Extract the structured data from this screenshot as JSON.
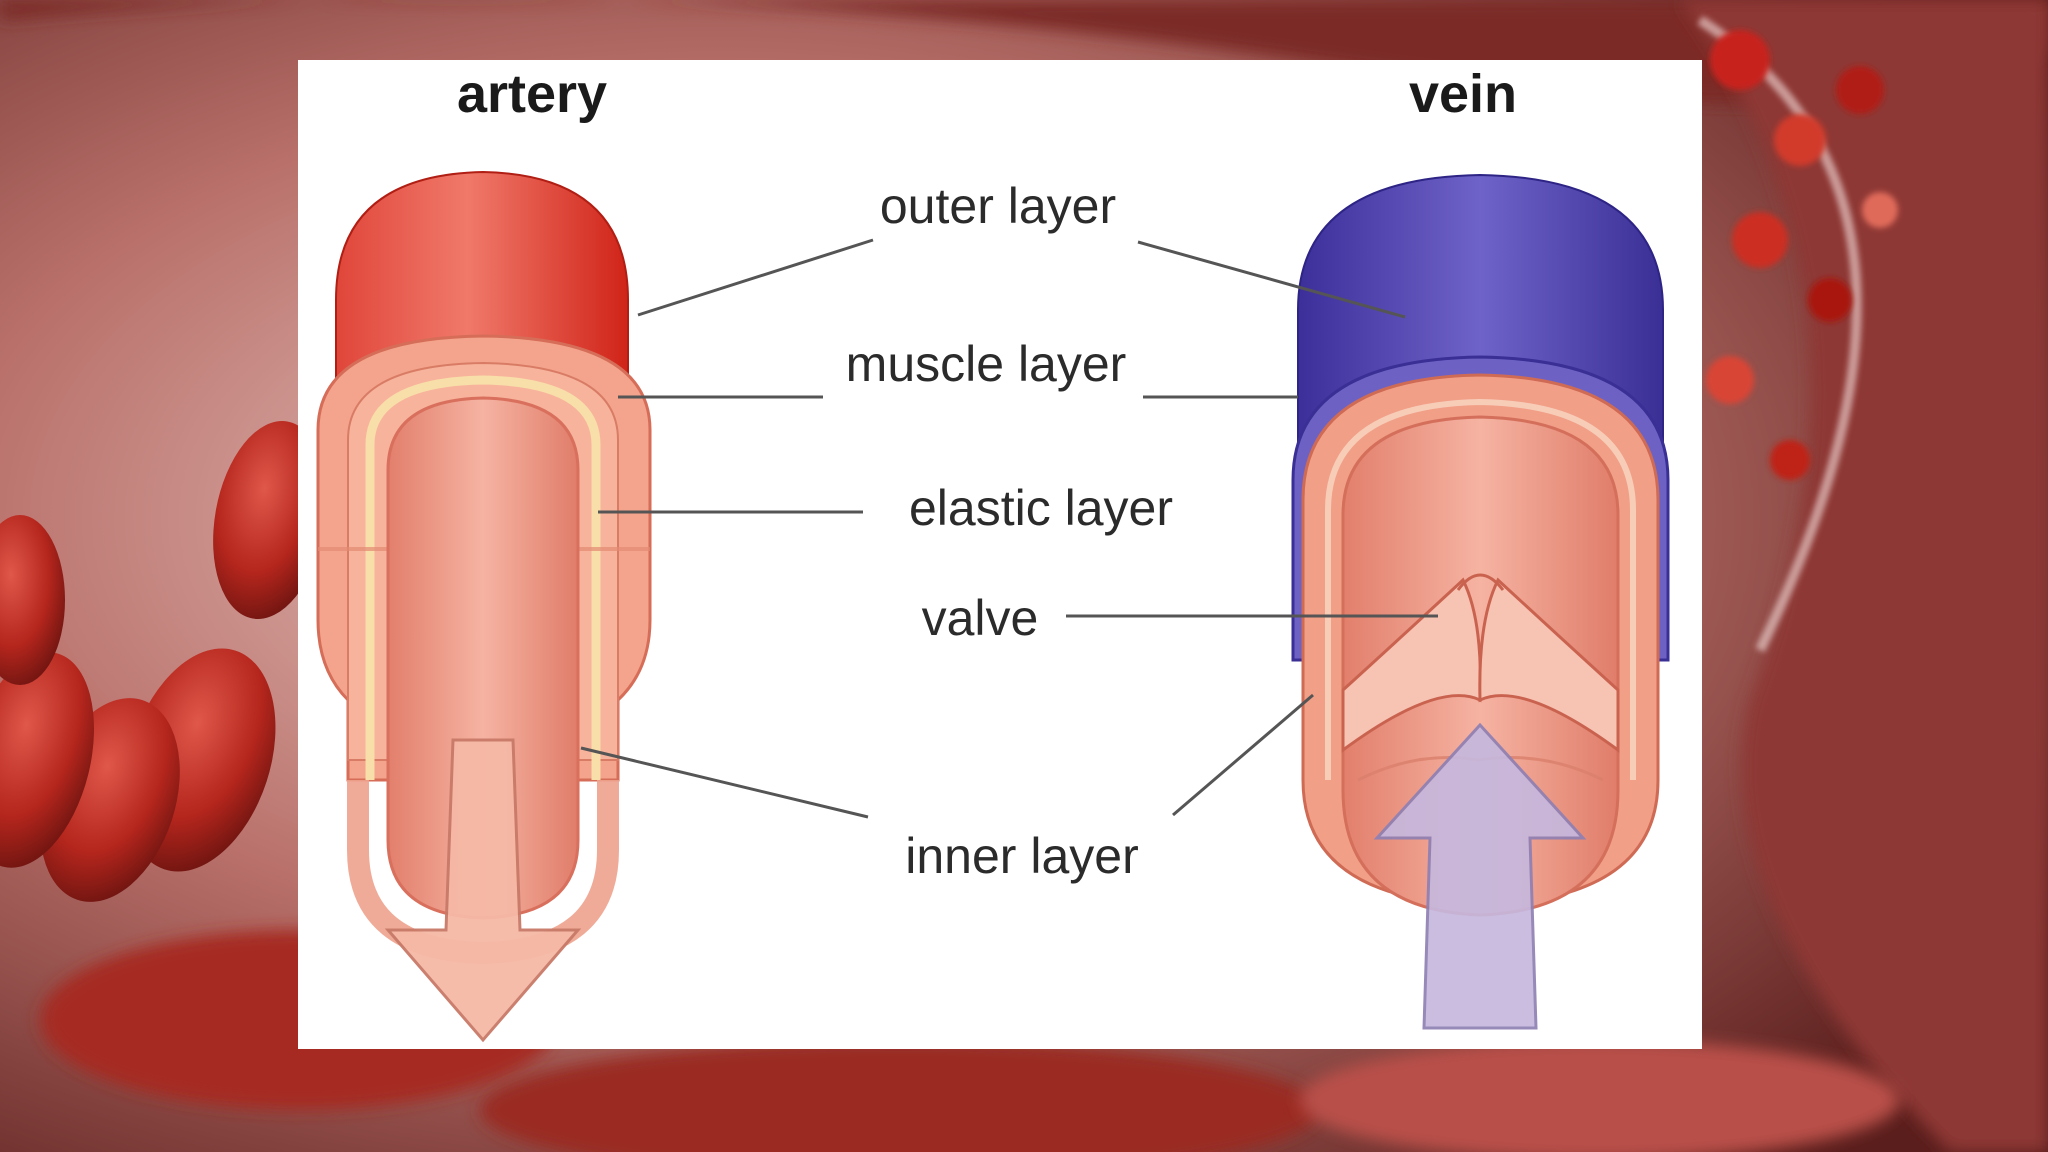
{
  "diagram": {
    "artery_title": "artery",
    "vein_title": "vein",
    "labels": {
      "outer": "outer layer",
      "muscle": "muscle layer",
      "elastic": "elastic layer",
      "valve": "valve",
      "inner": "inner layer"
    }
  },
  "colors": {
    "artery_outer": "#e2362b",
    "vein_outer": "#4a3fb0",
    "muscle": "#f2a58c",
    "elastic": "#f7e0a8",
    "lumen": "#e98b78",
    "artery_arrow": "#f6b9a6",
    "vein_arrow": "#c6b8de"
  }
}
